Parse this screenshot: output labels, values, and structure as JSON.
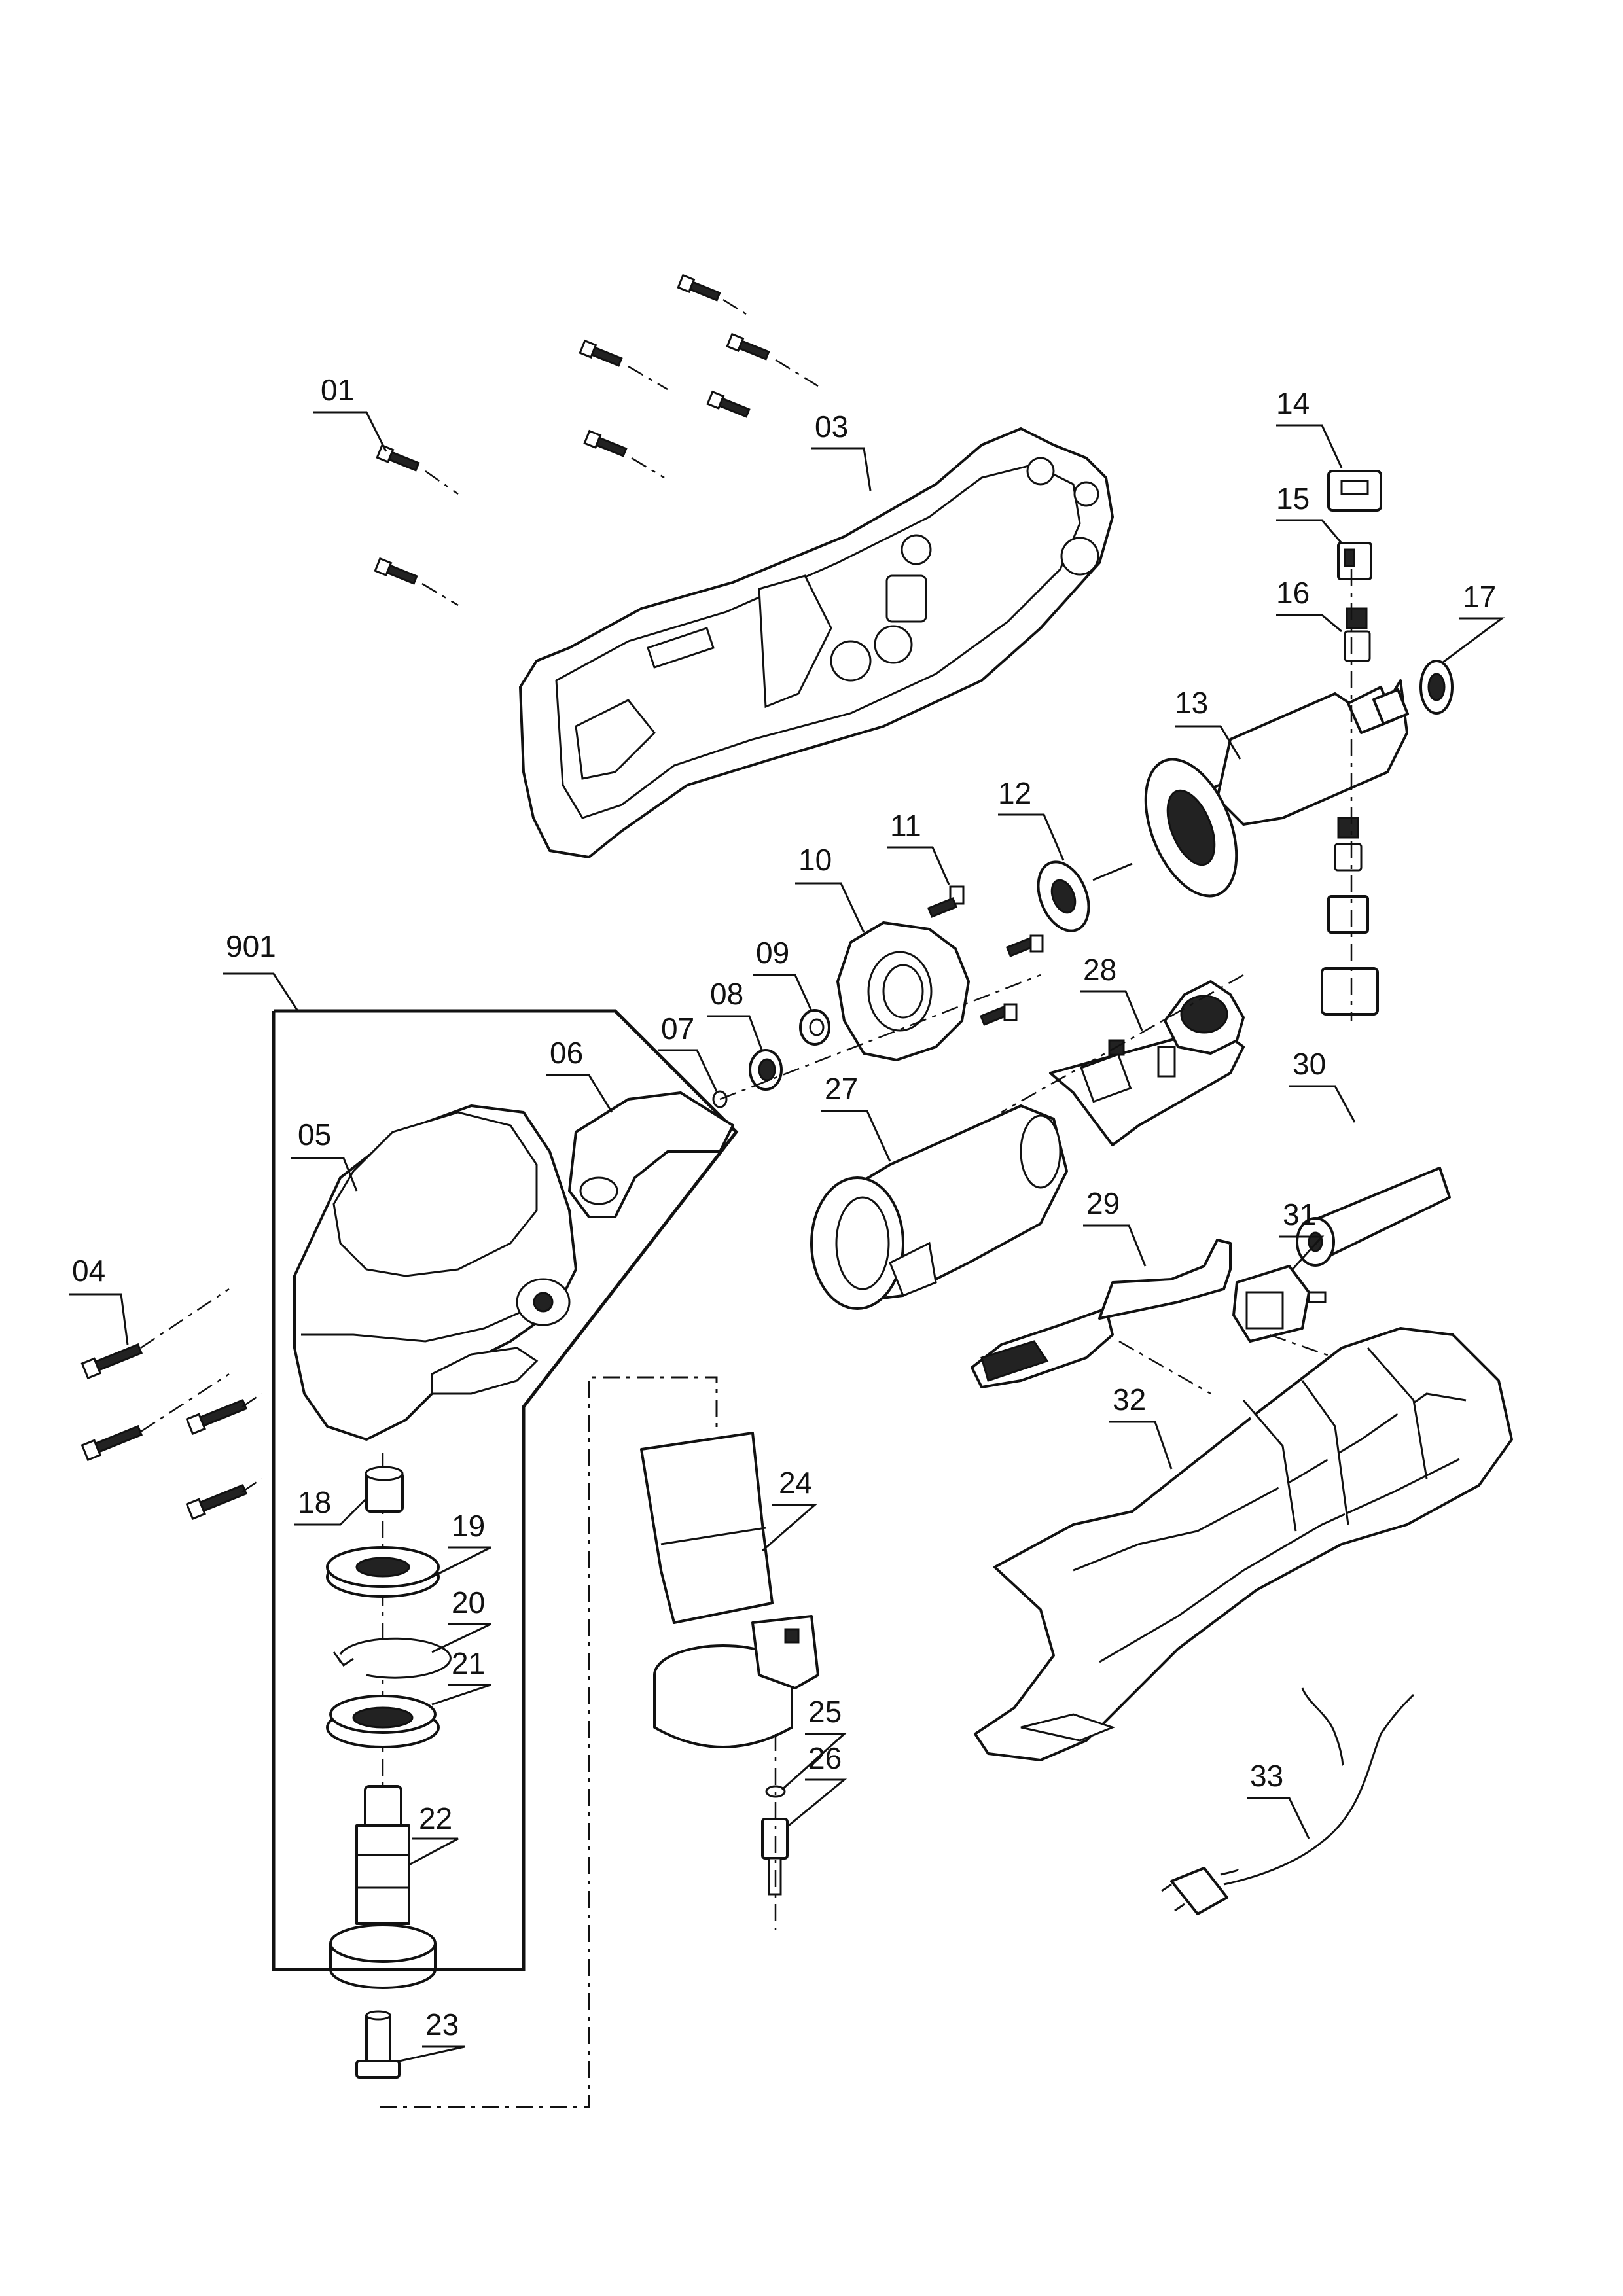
{
  "parts": {
    "p01": "01",
    "p03": "03",
    "p04": "04",
    "p05": "05",
    "p06": "06",
    "p07": "07",
    "p08": "08",
    "p09": "09",
    "p10": "10",
    "p11": "11",
    "p12": "12",
    "p13": "13",
    "p14": "14",
    "p15": "15",
    "p16": "16",
    "p17": "17",
    "p18": "18",
    "p19": "19",
    "p20": "20",
    "p21": "21",
    "p22": "22",
    "p23": "23",
    "p24": "24",
    "p25": "25",
    "p26": "26",
    "p27": "27",
    "p28": "28",
    "p29": "29",
    "p30": "30",
    "p31": "31",
    "p32": "32",
    "p33": "33",
    "p901": "901"
  }
}
